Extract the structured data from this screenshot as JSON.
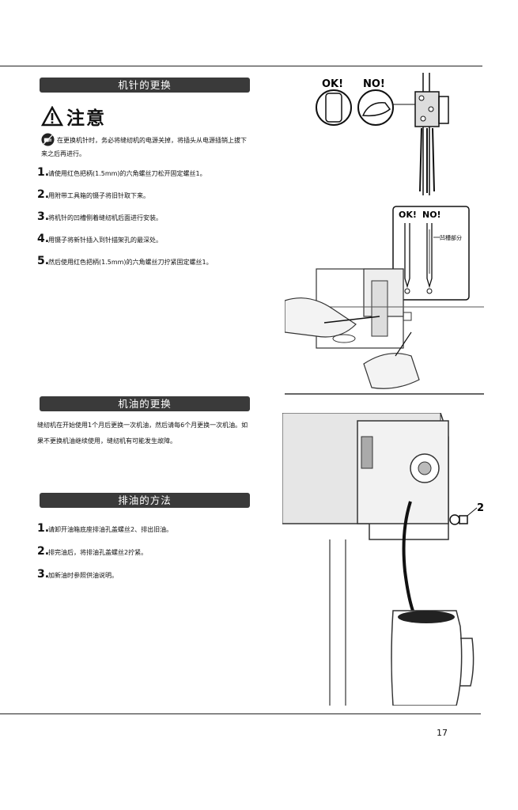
{
  "sections": {
    "needle": {
      "title": "机针的更换",
      "caution_label": "注意",
      "note": "在更换机针时，务必将缝纫机的电源关掉，将插头从电源插销上拔下来之后再进行。",
      "steps": [
        {
          "n": "1.",
          "text": "请使用红色把柄(1.5mm)的六角螺丝刀松开固定螺丝1。"
        },
        {
          "n": "2.",
          "text": "用附带工具箱的镊子将旧针取下来。"
        },
        {
          "n": "3.",
          "text": "将机针的凹槽侧着缝纫机后面进行安装。"
        },
        {
          "n": "4.",
          "text": "用镊子将新针插入到针描架孔的最深处。"
        },
        {
          "n": "5.",
          "text": "然后使用红色把柄(1.5mm)的六角螺丝刀拧紧固定螺丝1。"
        }
      ]
    },
    "oil_change": {
      "title": "机油的更换",
      "text": "缝纫机在开始使用1个月后更换一次机油，然后请每6个月更换一次机油。如果不更换机油继续使用，缝纫机有可能发生故障。"
    },
    "drain": {
      "title": "排油的方法",
      "steps": [
        {
          "n": "1.",
          "text": "请卸开油箱底座排油孔盖螺丝2、排出旧油。"
        },
        {
          "n": "2.",
          "text": "排完油后，将排油孔盖螺丝2拧紧。"
        },
        {
          "n": "3.",
          "text": "加新油时参照供油说明。"
        }
      ]
    }
  },
  "figures": {
    "ok_label": "OK!",
    "no_label": "NO!",
    "groove_label": "凹槽部分",
    "screw_label": "2"
  },
  "page_number": "17"
}
